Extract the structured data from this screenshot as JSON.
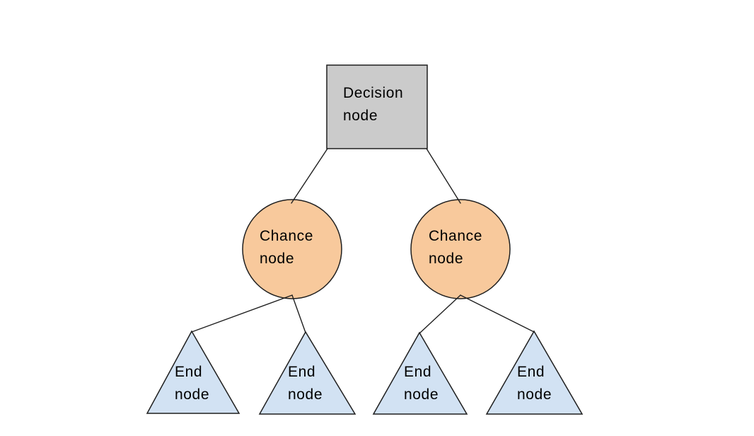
{
  "diagram": {
    "type": "decision-tree",
    "background": "#ffffff",
    "colors": {
      "decision_fill": "#cbcbcb",
      "chance_fill": "#f8c99c",
      "end_fill": "#d2e2f3",
      "stroke": "#1f1f1f",
      "text": "#000000"
    },
    "nodes": {
      "decision": {
        "shape": "square",
        "label": "Decision node"
      },
      "chance_left": {
        "shape": "circle",
        "label": "Chance node"
      },
      "chance_right": {
        "shape": "circle",
        "label": "Chance node"
      },
      "end_1": {
        "shape": "triangle",
        "label": "End node"
      },
      "end_2": {
        "shape": "triangle",
        "label": "End node"
      },
      "end_3": {
        "shape": "triangle",
        "label": "End node"
      },
      "end_4": {
        "shape": "triangle",
        "label": "End node"
      }
    },
    "edges": [
      {
        "from": "decision",
        "to": "chance_left"
      },
      {
        "from": "decision",
        "to": "chance_right"
      },
      {
        "from": "chance_left",
        "to": "end_1"
      },
      {
        "from": "chance_left",
        "to": "end_2"
      },
      {
        "from": "chance_right",
        "to": "end_3"
      },
      {
        "from": "chance_right",
        "to": "end_4"
      }
    ]
  }
}
